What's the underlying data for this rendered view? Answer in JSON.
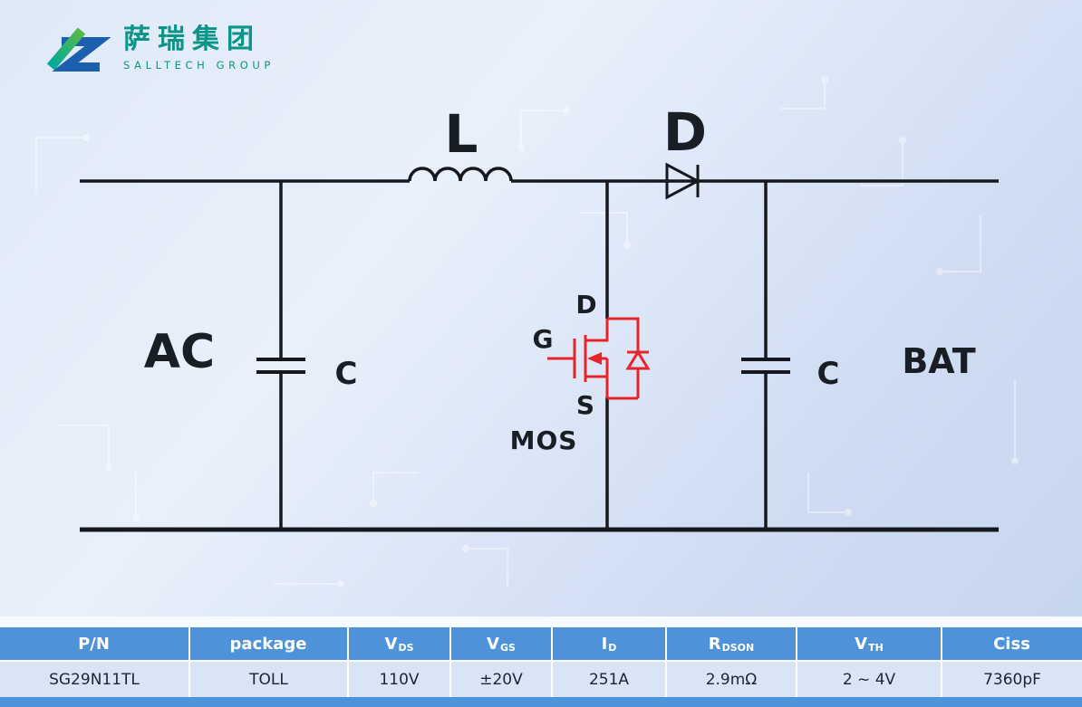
{
  "logo": {
    "cn": "萨瑞集团",
    "en": "SALLTECH GROUP"
  },
  "circuit": {
    "source_label": "AC",
    "inductor_label": "L",
    "diode_label": "D",
    "cap_left_label": "C",
    "cap_right_label": "C",
    "battery_label": "BAT",
    "mosfet_drain_label": "D",
    "mosfet_gate_label": "G",
    "mosfet_source_label": "S",
    "mosfet_name": "MOS"
  },
  "table": {
    "headers": [
      {
        "base": "P/N"
      },
      {
        "base": "package"
      },
      {
        "base": "V",
        "sub": "DS"
      },
      {
        "base": "V",
        "sub": "GS"
      },
      {
        "base": "I",
        "sub": "D"
      },
      {
        "base": "R",
        "sub": "DSON"
      },
      {
        "base": "V",
        "sub": "TH"
      },
      {
        "base": "Ciss"
      }
    ],
    "row": [
      "SG29N11TL",
      "TOLL",
      "110V",
      "±20V",
      "251A",
      "2.9mΩ",
      "2 ~ 4V",
      "7360pF"
    ]
  },
  "colors": {
    "table_header_blue": "#4e92d9",
    "table_row_blue": "#d9e4f4",
    "mosfet_red": "#e8242b",
    "wire_dark": "#16181d",
    "logo_teal": "#0b9488"
  }
}
